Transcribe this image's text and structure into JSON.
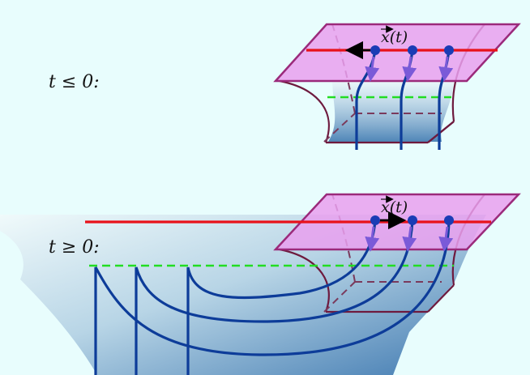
{
  "panels": [
    {
      "id": "before",
      "condition_label": "t ≤ 0:",
      "position_label": "x(t)",
      "arrow_direction": "left"
    },
    {
      "id": "after",
      "condition_label": "t ≥ 0:",
      "position_label": "x(t)",
      "arrow_direction": "right"
    }
  ],
  "colors": {
    "background": "#e8fdfd",
    "boundary_plane_fill": "#e9a0ee",
    "boundary_plane_stroke": "#9b2a7b",
    "bulk_outline": "#6e1a3e",
    "red_line": "#e8121a",
    "green_dashed_line": "#22dd22",
    "string_lines": "#0d3c99",
    "endpoint_dots": "#1a3cb5",
    "purple_arrows": "#7a5ad8",
    "velocity_arrow": "#000000",
    "bulk_gradient_top": "#dff4f8",
    "bulk_gradient_bottom": "#4f86b8"
  }
}
